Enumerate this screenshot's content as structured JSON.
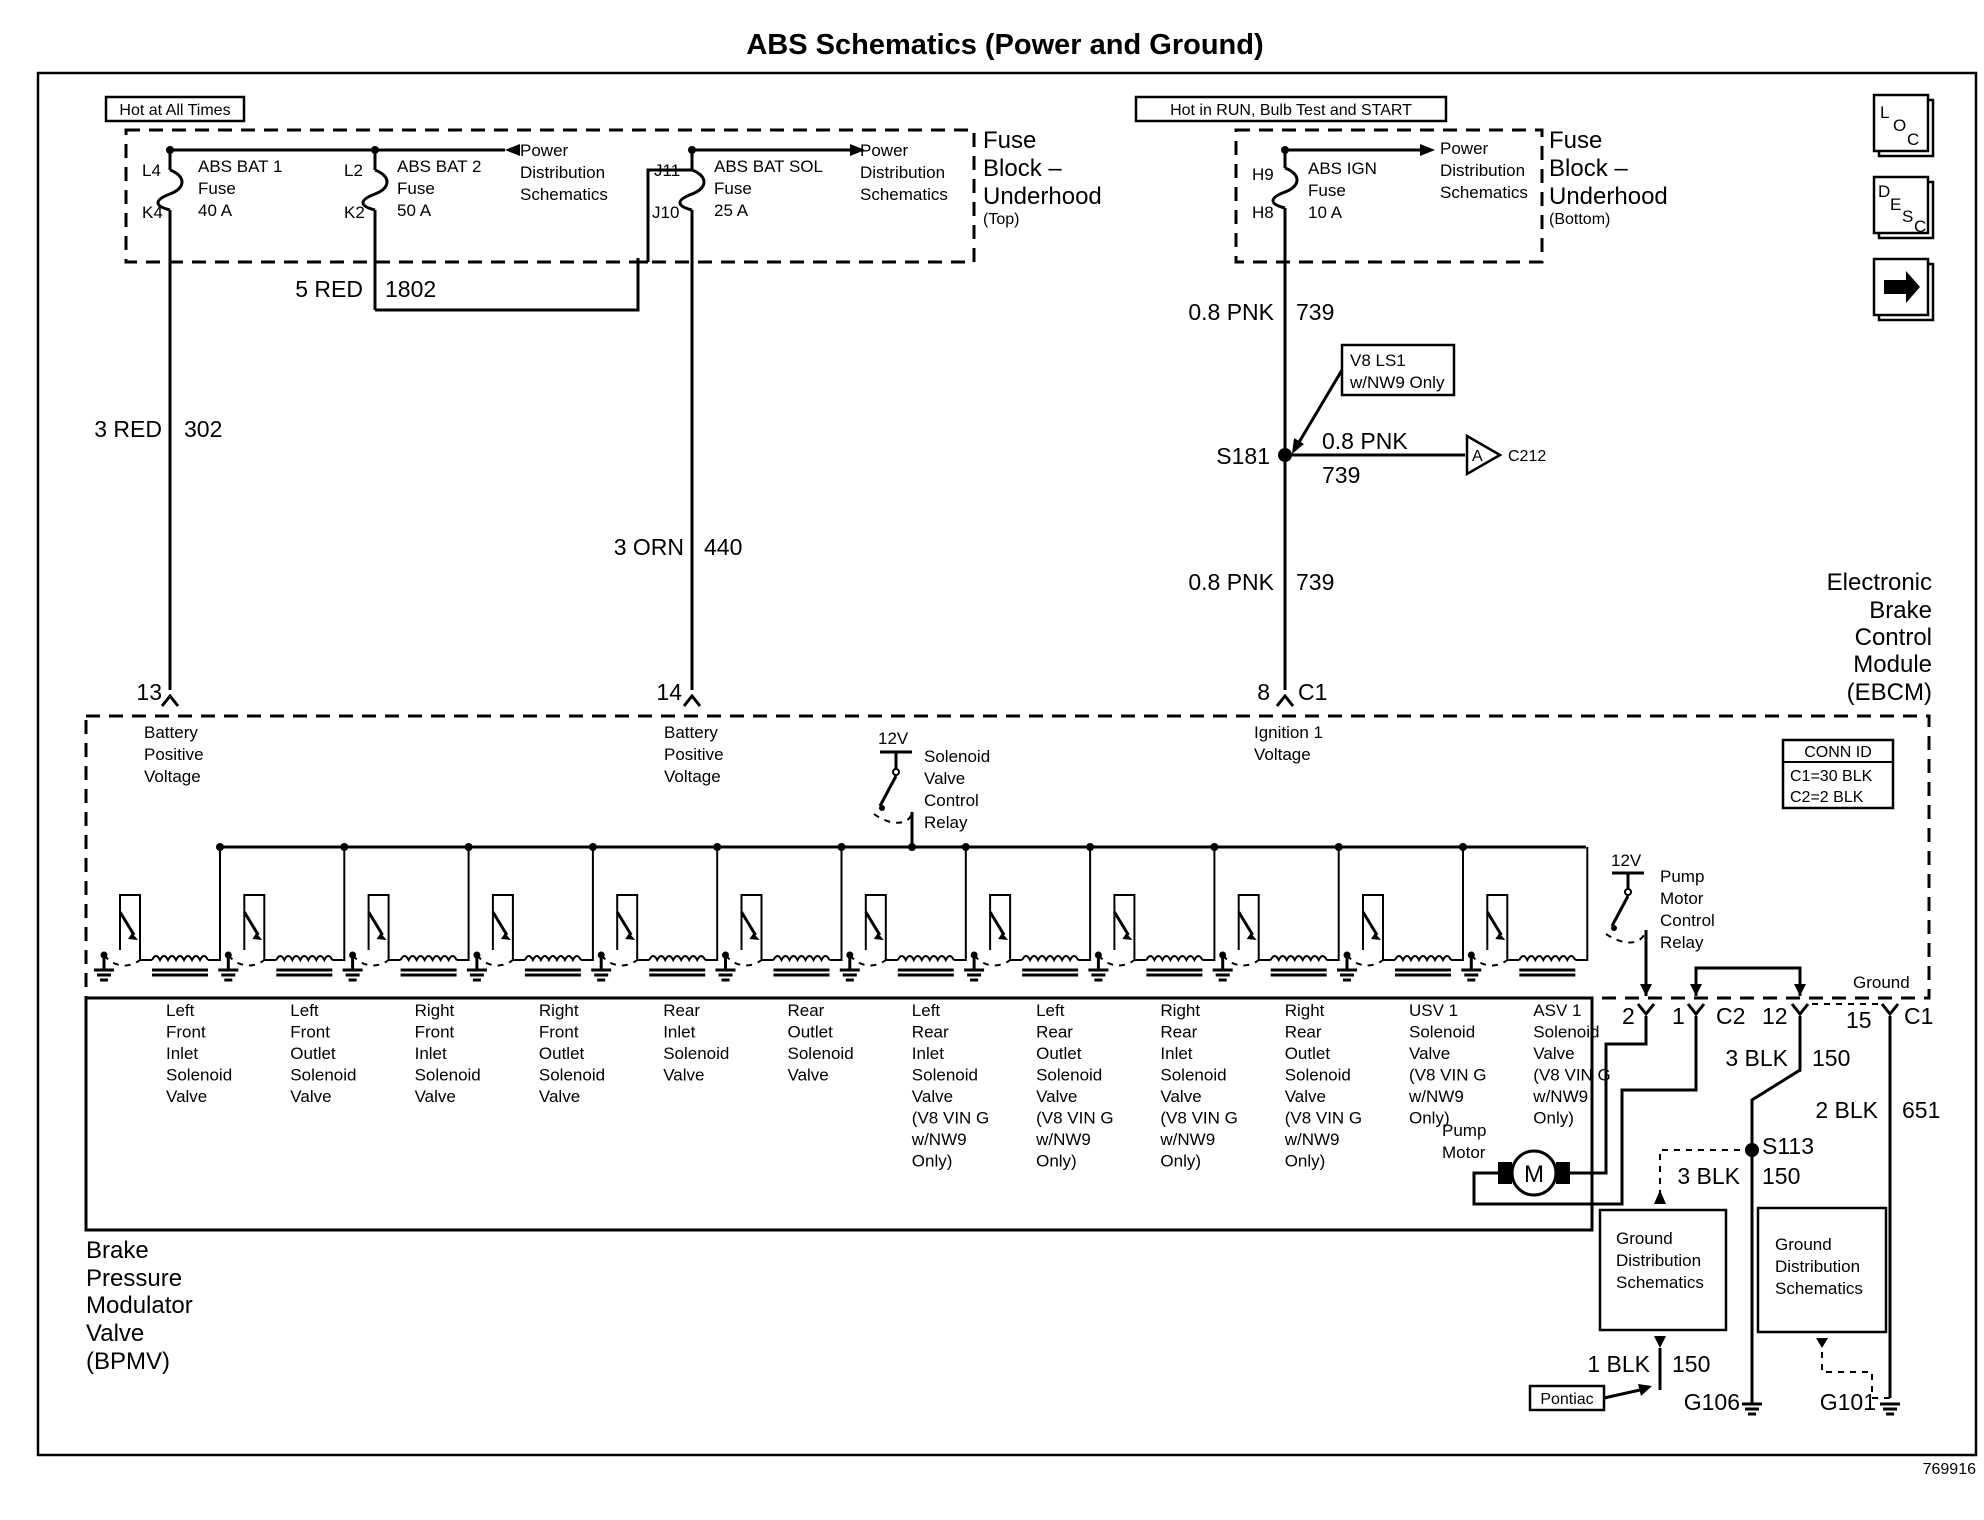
{
  "title": "ABS Schematics (Power and Ground)",
  "figure_id": "769916",
  "nav_icons": [
    {
      "name": "loc-icon",
      "glyphs": [
        "L",
        "O",
        "C"
      ]
    },
    {
      "name": "desc-icon",
      "glyphs": [
        "D",
        "E",
        "S",
        "C"
      ]
    },
    {
      "name": "next-arrow-icon",
      "glyphs": []
    }
  ],
  "labels": {
    "hot_all_times": "Hot at All Times",
    "hot_run": "Hot in RUN, Bulb Test and START",
    "fuse_block_top": [
      "Fuse",
      "Block –",
      "Underhood",
      "(Top)"
    ],
    "fuse_block_bottom": [
      "Fuse",
      "Block –",
      "Underhood",
      "(Bottom)"
    ],
    "power_dist": [
      "Power",
      "Distribution",
      "Schematics"
    ],
    "ebcm": [
      "Electronic",
      "Brake",
      "Control",
      "Module",
      "(EBCM)"
    ],
    "bpmv": [
      "Brake",
      "Pressure",
      "Modulator",
      "Valve",
      "(BPMV)"
    ],
    "v8_note": [
      "V8 LS1",
      "w/NW9 Only"
    ],
    "conn_id": [
      "CONN ID",
      "C1=30 BLK",
      "C2=2 BLK"
    ],
    "solenoid_relay": [
      "Solenoid",
      "Valve",
      "Control",
      "Relay"
    ],
    "pump_relay": [
      "Pump",
      "Motor",
      "Control",
      "Relay"
    ],
    "pump_motor": [
      "Pump",
      "Motor"
    ],
    "motor_symbol": "M",
    "twelve_v": "12V",
    "ground_label": "Ground",
    "ground_dist": [
      "Ground",
      "Distribution",
      "Schematics"
    ],
    "pontiac": "Pontiac",
    "battery_voltage": [
      "Battery",
      "Positive",
      "Voltage"
    ],
    "ignition_voltage": [
      "Ignition 1",
      "Voltage"
    ],
    "c212": "C212",
    "connector_a": "A"
  },
  "fuses": [
    {
      "name": "ABS BAT 1",
      "sub": "Fuse",
      "rating": "40 A",
      "pin_top": "L4",
      "pin_bot": "K4"
    },
    {
      "name": "ABS BAT 2",
      "sub": "Fuse",
      "rating": "50 A",
      "pin_top": "L2",
      "pin_bot": "K2"
    },
    {
      "name": "ABS BAT SOL",
      "sub": "Fuse",
      "rating": "25 A",
      "pin_top": "J11",
      "pin_bot": "J10"
    },
    {
      "name": "ABS IGN",
      "sub": "Fuse",
      "rating": "10 A",
      "pin_top": "H9",
      "pin_bot": "H8"
    }
  ],
  "wires": {
    "w1802": {
      "gauge": "5 RED",
      "circuit": "1802"
    },
    "w302": {
      "gauge": "3 RED",
      "circuit": "302"
    },
    "w440": {
      "gauge": "3 ORN",
      "circuit": "440"
    },
    "w739a": {
      "gauge": "0.8 PNK",
      "circuit": "739"
    },
    "w739b": {
      "gauge": "0.8 PNK",
      "circuit": "739"
    },
    "w739c": {
      "gauge": "0.8 PNK",
      "circuit": "739"
    },
    "w150a": {
      "gauge": "3 BLK",
      "circuit": "150"
    },
    "w651": {
      "gauge": "2 BLK",
      "circuit": "651"
    },
    "w150b": {
      "gauge": "3 BLK",
      "circuit": "150"
    },
    "w150c": {
      "gauge": "1 BLK",
      "circuit": "150"
    }
  },
  "splices": {
    "s181": "S181",
    "s113": "S113"
  },
  "grounds": {
    "g106": "G106",
    "g101": "G101"
  },
  "pins": {
    "p13": "13",
    "p14": "14",
    "p8": "8",
    "c1": "C1",
    "p2": "2",
    "p1": "1",
    "c2": "C2",
    "p12": "12",
    "p15": "15",
    "c1b": "C1"
  },
  "valves": [
    [
      "Left",
      "Front",
      "Inlet",
      "Solenoid",
      "Valve"
    ],
    [
      "Left",
      "Front",
      "Outlet",
      "Solenoid",
      "Valve"
    ],
    [
      "Right",
      "Front",
      "Inlet",
      "Solenoid",
      "Valve"
    ],
    [
      "Right",
      "Front",
      "Outlet",
      "Solenoid",
      "Valve"
    ],
    [
      "Rear",
      "Inlet",
      "Solenoid",
      "Valve"
    ],
    [
      "Rear",
      "Outlet",
      "Solenoid",
      "Valve"
    ],
    [
      "Left",
      "Rear",
      "Inlet",
      "Solenoid",
      "Valve",
      "(V8 VIN G",
      "w/NW9",
      "Only)"
    ],
    [
      "Left",
      "Rear",
      "Outlet",
      "Solenoid",
      "Valve",
      "(V8 VIN G",
      "w/NW9",
      "Only)"
    ],
    [
      "Right",
      "Rear",
      "Inlet",
      "Solenoid",
      "Valve",
      "(V8 VIN G",
      "w/NW9",
      "Only)"
    ],
    [
      "Right",
      "Rear",
      "Outlet",
      "Solenoid",
      "Valve",
      "(V8 VIN G",
      "w/NW9",
      "Only)"
    ],
    [
      "USV 1",
      "Solenoid",
      "Valve",
      "(V8 VIN G",
      "w/NW9",
      "Only)"
    ],
    [
      "ASV 1",
      "Solenoid",
      "Valve",
      "(V8 VIN G",
      "w/NW9",
      "Only)"
    ]
  ]
}
